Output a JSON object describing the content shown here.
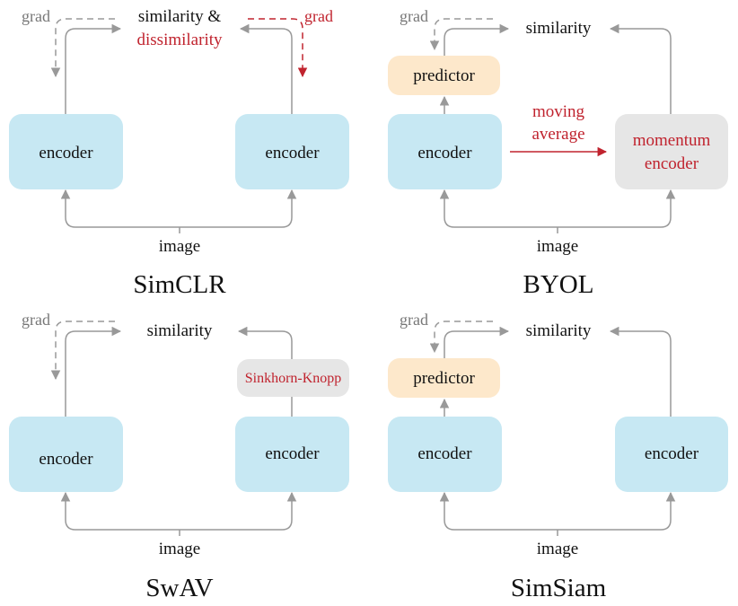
{
  "colors": {
    "encoder": "#c7e8f3",
    "predictor": "#fde8cb",
    "gray_box": "#e6e6e6",
    "red": "#c0232e",
    "arrow_gray": "#999999"
  },
  "simclr": {
    "title": "SimCLR",
    "encoder_left": "encoder",
    "encoder_right": "encoder",
    "input": "image",
    "target_line1": "similarity &",
    "target_line2": "dissimilarity",
    "grad_left": "grad",
    "grad_right": "grad"
  },
  "byol": {
    "title": "BYOL",
    "encoder": "encoder",
    "predictor": "predictor",
    "momentum_line1": "momentum",
    "momentum_line2": "encoder",
    "moving_line1": "moving",
    "moving_line2": "average",
    "input": "image",
    "target": "similarity",
    "grad": "grad"
  },
  "swav": {
    "title": "SwAV",
    "encoder_left": "encoder",
    "encoder_right": "encoder",
    "sinkhorn": "Sinkhorn-Knopp",
    "input": "image",
    "target": "similarity",
    "grad": "grad"
  },
  "simsiam": {
    "title": "SimSiam",
    "encoder_left": "encoder",
    "encoder_right": "encoder",
    "predictor": "predictor",
    "input": "image",
    "target": "similarity",
    "grad": "grad"
  }
}
